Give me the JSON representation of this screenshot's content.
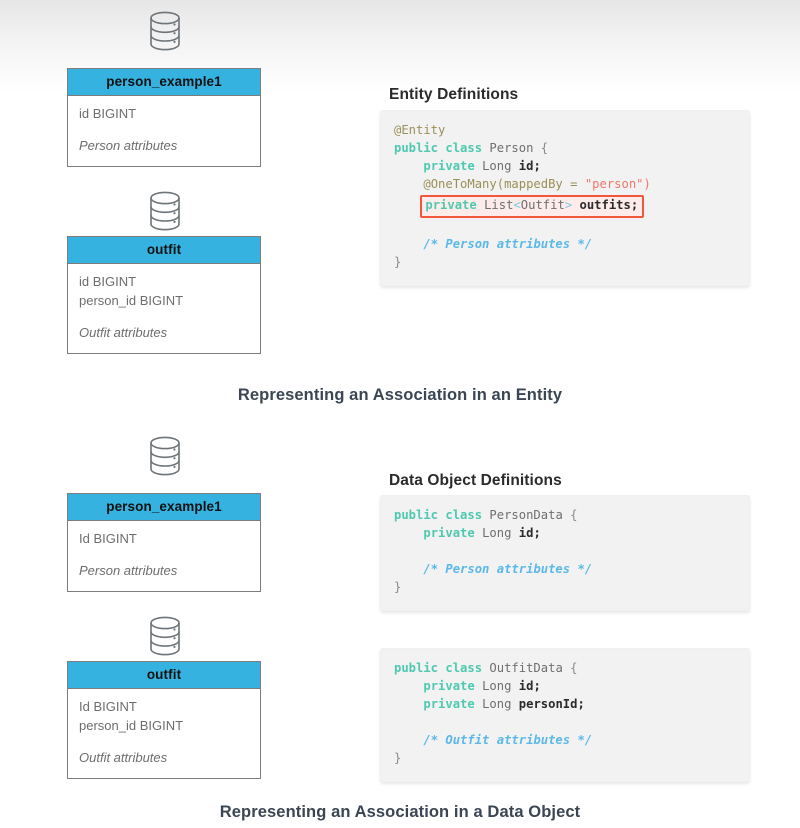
{
  "figures": [
    {
      "caption": "Representing an Association in an Entity",
      "code_heading": "Entity Definitions",
      "tables": [
        {
          "icon": "database-icon",
          "name": "person_example1",
          "fields": [
            "id BIGINT"
          ],
          "attributes": "Person attributes"
        },
        {
          "icon": "database-icon",
          "name": "outfit",
          "fields": [
            "id BIGINT",
            "person_id BIGINT"
          ],
          "attributes": "Outfit attributes"
        }
      ],
      "code_blocks": [
        {
          "language": "java",
          "text": "@Entity\npublic class Person {\n    private Long id;\n    @OneToMany(mappedBy = \"person\")\n    private List<Outfit> outfits;\n\n    /* Person attributes */\n}",
          "highlighted_line": "private List<Outfit> outfits;"
        }
      ]
    },
    {
      "caption": "Representing an Association in a Data Object",
      "code_heading": "Data Object Definitions",
      "tables": [
        {
          "icon": "database-icon",
          "name": "person_example1",
          "fields": [
            "Id BIGINT"
          ],
          "attributes": "Person attributes"
        },
        {
          "icon": "database-icon",
          "name": "outfit",
          "fields": [
            "Id BIGINT",
            "person_id BIGINT"
          ],
          "attributes": "Outfit attributes"
        }
      ],
      "code_blocks": [
        {
          "language": "java",
          "text": "public class PersonData {\n    private Long id;\n\n    /* Person attributes */\n}",
          "highlighted_line": ""
        },
        {
          "language": "java",
          "text": "public class OutfitData {\n    private Long id;\n    private Long personId;\n\n    /* Outfit attributes */\n}",
          "highlighted_line": ""
        }
      ]
    }
  ],
  "code_tokens": {
    "fig1_block1": {
      "l1_ann": "@Entity",
      "l2_kw": "public class",
      "l2_type": "Person",
      "l2_brace": "{",
      "l3_kw": "private",
      "l3_type": "Long",
      "l3_ident": "id;",
      "l4_ann": "@OneToMany(mappedBy",
      "l4_op": "=",
      "l4_str": "\"person\")",
      "l5_kw": "private",
      "l5_type": "List",
      "l5_lt": "<",
      "l5_generic": "Outfit",
      "l5_gt": ">",
      "l5_ident": "outfits;",
      "l7_cmt": "/* Person attributes */",
      "l8_brace": "}"
    },
    "fig2_block1": {
      "l1_kw": "public class",
      "l1_type": "PersonData",
      "l1_brace": "{",
      "l2_kw": "private",
      "l2_type": "Long",
      "l2_ident": "id;",
      "l4_cmt": "/* Person attributes */",
      "l5_brace": "}"
    },
    "fig2_block2": {
      "l1_kw": "public class",
      "l1_type": "OutfitData",
      "l1_brace": "{",
      "l2_kw": "private",
      "l2_type": "Long",
      "l2_ident": "id;",
      "l3_kw": "private",
      "l3_type": "Long",
      "l3_ident": "personId;",
      "l5_cmt": "/* Outfit attributes */",
      "l6_brace": "}"
    }
  },
  "colors": {
    "table_header": "#35b2e0",
    "table_border": "#7d7d7d",
    "code_bg": "#f2f2f2",
    "highlight_border": "#f2563c",
    "caption_text": "#3b4654",
    "keyword": "#4ec9b0",
    "comment": "#5bb8e8",
    "annotation": "#9a8f57",
    "string": "#f0776a"
  }
}
